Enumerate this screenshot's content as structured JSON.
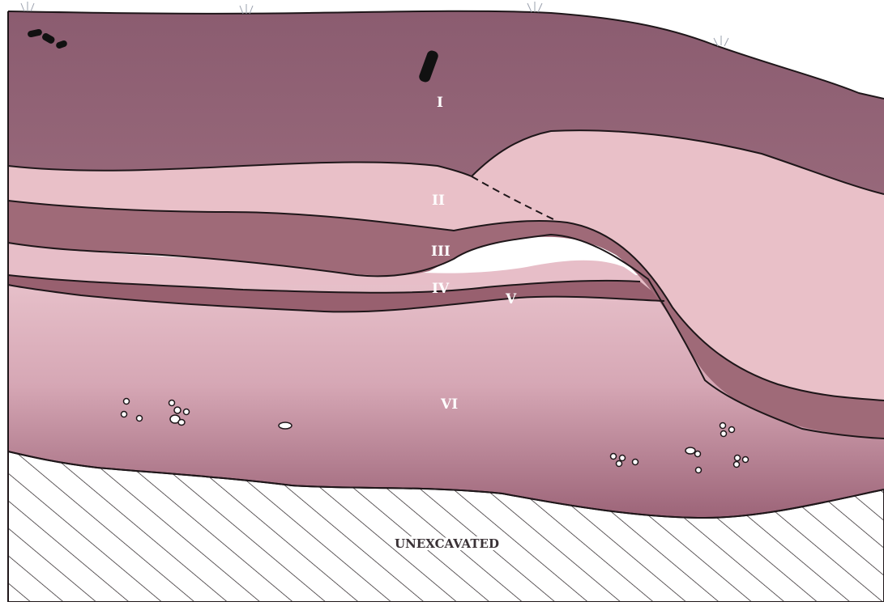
{
  "figure": {
    "layers": [
      {
        "id": "I",
        "label": "I",
        "color": "#8f6275"
      },
      {
        "id": "II",
        "label": "II",
        "color": "#e9c0c8"
      },
      {
        "id": "III",
        "label": "III",
        "color": "#9f6a78"
      },
      {
        "id": "IV",
        "label": "IV",
        "color": "#e5bcc6"
      },
      {
        "id": "V",
        "label": "V",
        "color": "#98606f"
      },
      {
        "id": "VI",
        "label": "VI",
        "color": "#c38a9c"
      }
    ],
    "unexcavated_label": "UNEXCAVATED",
    "colors": {
      "outline": "#1e1619",
      "hatch": "#1e1619",
      "background": "#ffffff"
    }
  }
}
